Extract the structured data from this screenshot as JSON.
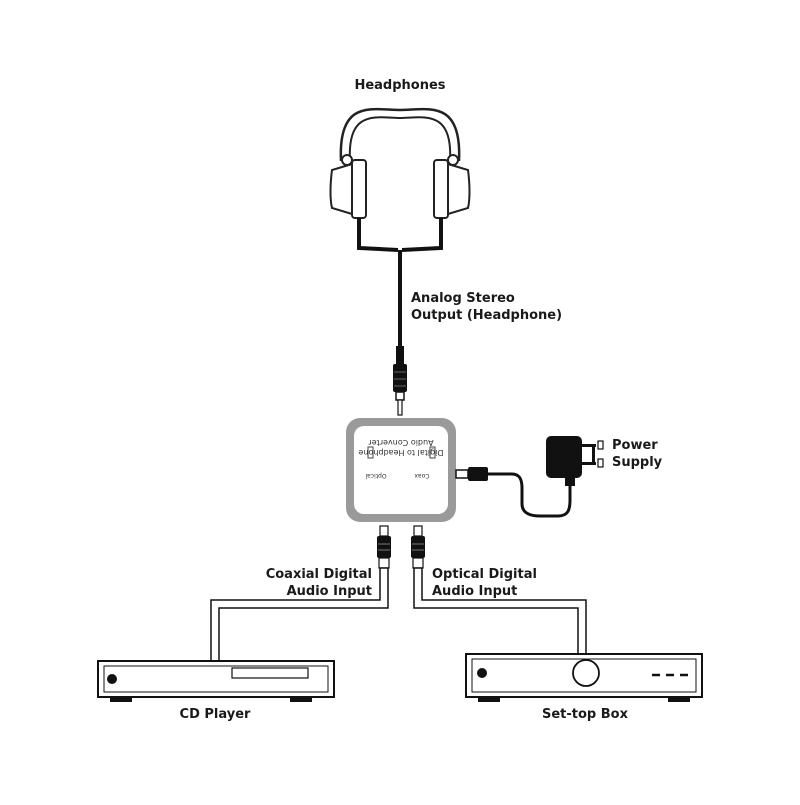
{
  "labels": {
    "headphones": "Headphones",
    "analog_output_line1": "Analog Stereo",
    "analog_output_line2": "Output (Headphone)",
    "power_line1": "Power",
    "power_line2": "Supply",
    "coaxial_line1": "Coaxial Digital",
    "coaxial_line2": "Audio Input",
    "optical_line1": "Optical Digital",
    "optical_line2": "Audio Input",
    "cd_player": "CD Player",
    "set_top_box": "Set-top Box"
  },
  "converter": {
    "name_line1": "Digital to Headphone",
    "name_line2": "Audio Converter",
    "port_left": "Coax",
    "port_right": "Optical"
  },
  "colors": {
    "cable": "#111111",
    "device_frame": "#9a9a9a",
    "line": "#222222"
  }
}
